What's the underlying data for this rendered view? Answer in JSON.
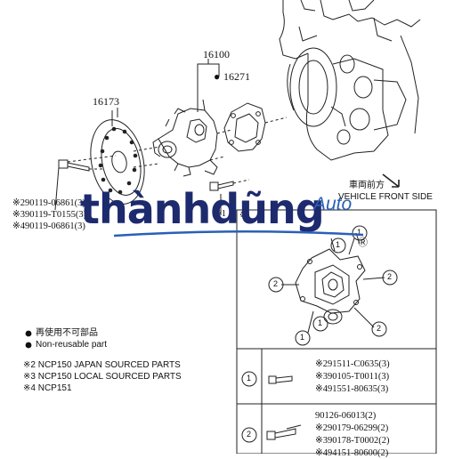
{
  "part_numbers": {
    "pulley": "16173",
    "pump_assy": "16100",
    "gasket": "16271"
  },
  "gasket_mark": "●",
  "vehicle_front": {
    "label_jp": "車両前方",
    "label_en": "VEHICLE FRONT SIDE"
  },
  "callout_marker": "※1",
  "left_parts": [
    "※290119-06861(3)",
    "※390119-T0155(3)",
    "※490119-06861(3)"
  ],
  "legend": {
    "bullet": "●",
    "jp": "再使用不可部品",
    "en": "Non-reusable part"
  },
  "notes": [
    "※2 NCP150 JAPAN SOURCED PARTS",
    "※3 NCP150 LOCAL SOURCED PARTS",
    "※4 NCP151"
  ],
  "detail": {
    "marker": "※",
    "r_label": "Ⓡ",
    "callouts": [
      "1",
      "2",
      "1",
      "2",
      "1",
      "1",
      "2"
    ]
  },
  "table": {
    "row1": {
      "key": "1",
      "parts": [
        "※291511-C0635(3)",
        "※390105-T0011(3)",
        "※491551-80635(3)"
      ]
    },
    "row2": {
      "key": "2",
      "parts": [
        "90126-06013(2)",
        "※290179-06299(2)",
        "※390178-T0002(2)",
        "※494151-80600(2)"
      ]
    }
  },
  "watermark": {
    "brand_part1": "thành",
    "brand_part2": "dũng",
    "suffix": "Auto"
  }
}
